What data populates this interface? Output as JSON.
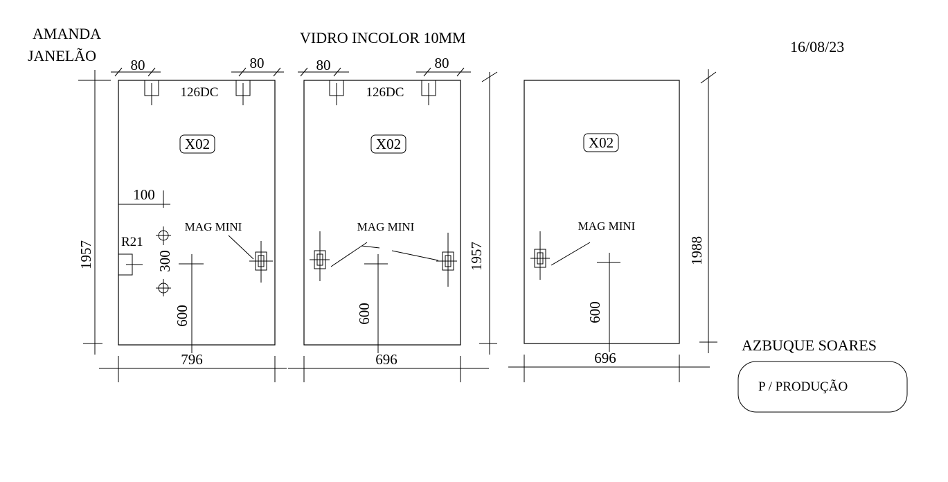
{
  "header": {
    "client_name": "AMANDA",
    "product": "JANELÃO",
    "material": "VIDRO INCOLOR 10MM",
    "date": "16/08/23"
  },
  "panels": [
    {
      "id": "panel-1",
      "code": "X02",
      "width": "796",
      "height": "1957",
      "hinge_label": "126DC",
      "hinge_offset_left": "80",
      "hinge_offset_right": "80",
      "latch_label": "MAG MINI",
      "handle_offset": "100",
      "radius": "R21",
      "hole_spacing": "300",
      "center_height": "600"
    },
    {
      "id": "panel-2",
      "code": "X02",
      "width": "696",
      "height": "1957",
      "hinge_label": "126DC",
      "hinge_offset_left": "80",
      "hinge_offset_right": "80",
      "latch_label": "MAG MINI",
      "center_height": "600"
    },
    {
      "id": "panel-3",
      "code": "X02",
      "width": "696",
      "height": "1988",
      "latch_label": "MAG MINI",
      "center_height": "600"
    }
  ],
  "footer": {
    "installer": "AZBUQUE SOARES",
    "stamp": "P / PRODUÇÃO"
  }
}
